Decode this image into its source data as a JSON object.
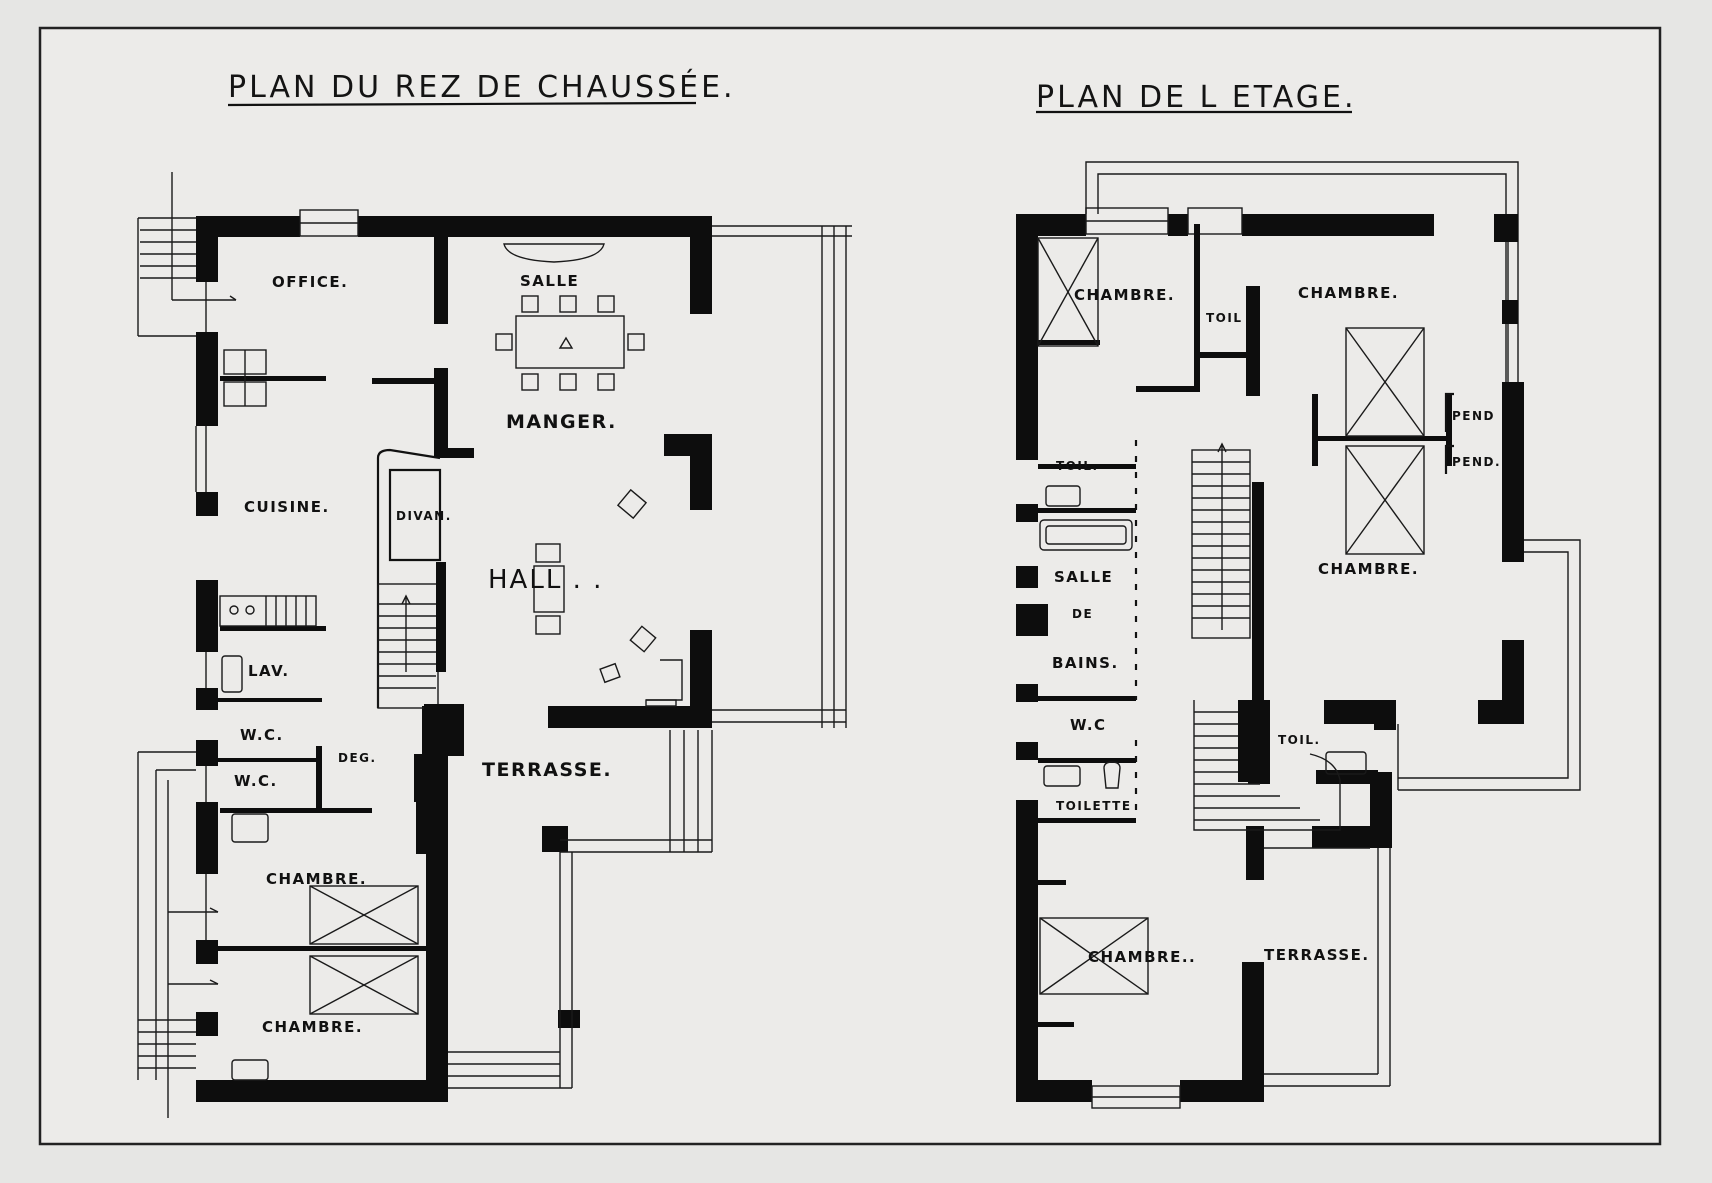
{
  "titles": {
    "ground_floor": "PLAN DU REZ DE CHAUSSÉE.",
    "upper_floor": "PLAN DE L ETAGE."
  },
  "ground_rooms": {
    "office": "OFFICE.",
    "salle": "SALLE",
    "manger": "MANGER.",
    "cuisine": "CUISINE.",
    "divan": "DIVAN.",
    "hall": "HALL . .",
    "lav": "LAV.",
    "wc_1": "W.C.",
    "deg": "DEG.",
    "wc_2": "W.C.",
    "terrasse": "TERRASSE.",
    "chambre_1": "CHAMBRE.",
    "chambre_2": "CHAMBRE."
  },
  "upper_rooms": {
    "chambre_nw": "CHAMBRE.",
    "toil_1": "TOIL",
    "chambre_ne": "CHAMBRE.",
    "pend_1": "PEND",
    "pend_2": "PEND.",
    "toil_2": "TOIL.",
    "salle": "SALLE",
    "de": "DE",
    "bains": "BAINS.",
    "chambre_e": "CHAMBRE.",
    "wc": "W.C",
    "toil_3": "TOIL.",
    "toilette": "TOILETTE",
    "chambre_s": "CHAMBRE..",
    "terrasse": "TERRASSE."
  }
}
